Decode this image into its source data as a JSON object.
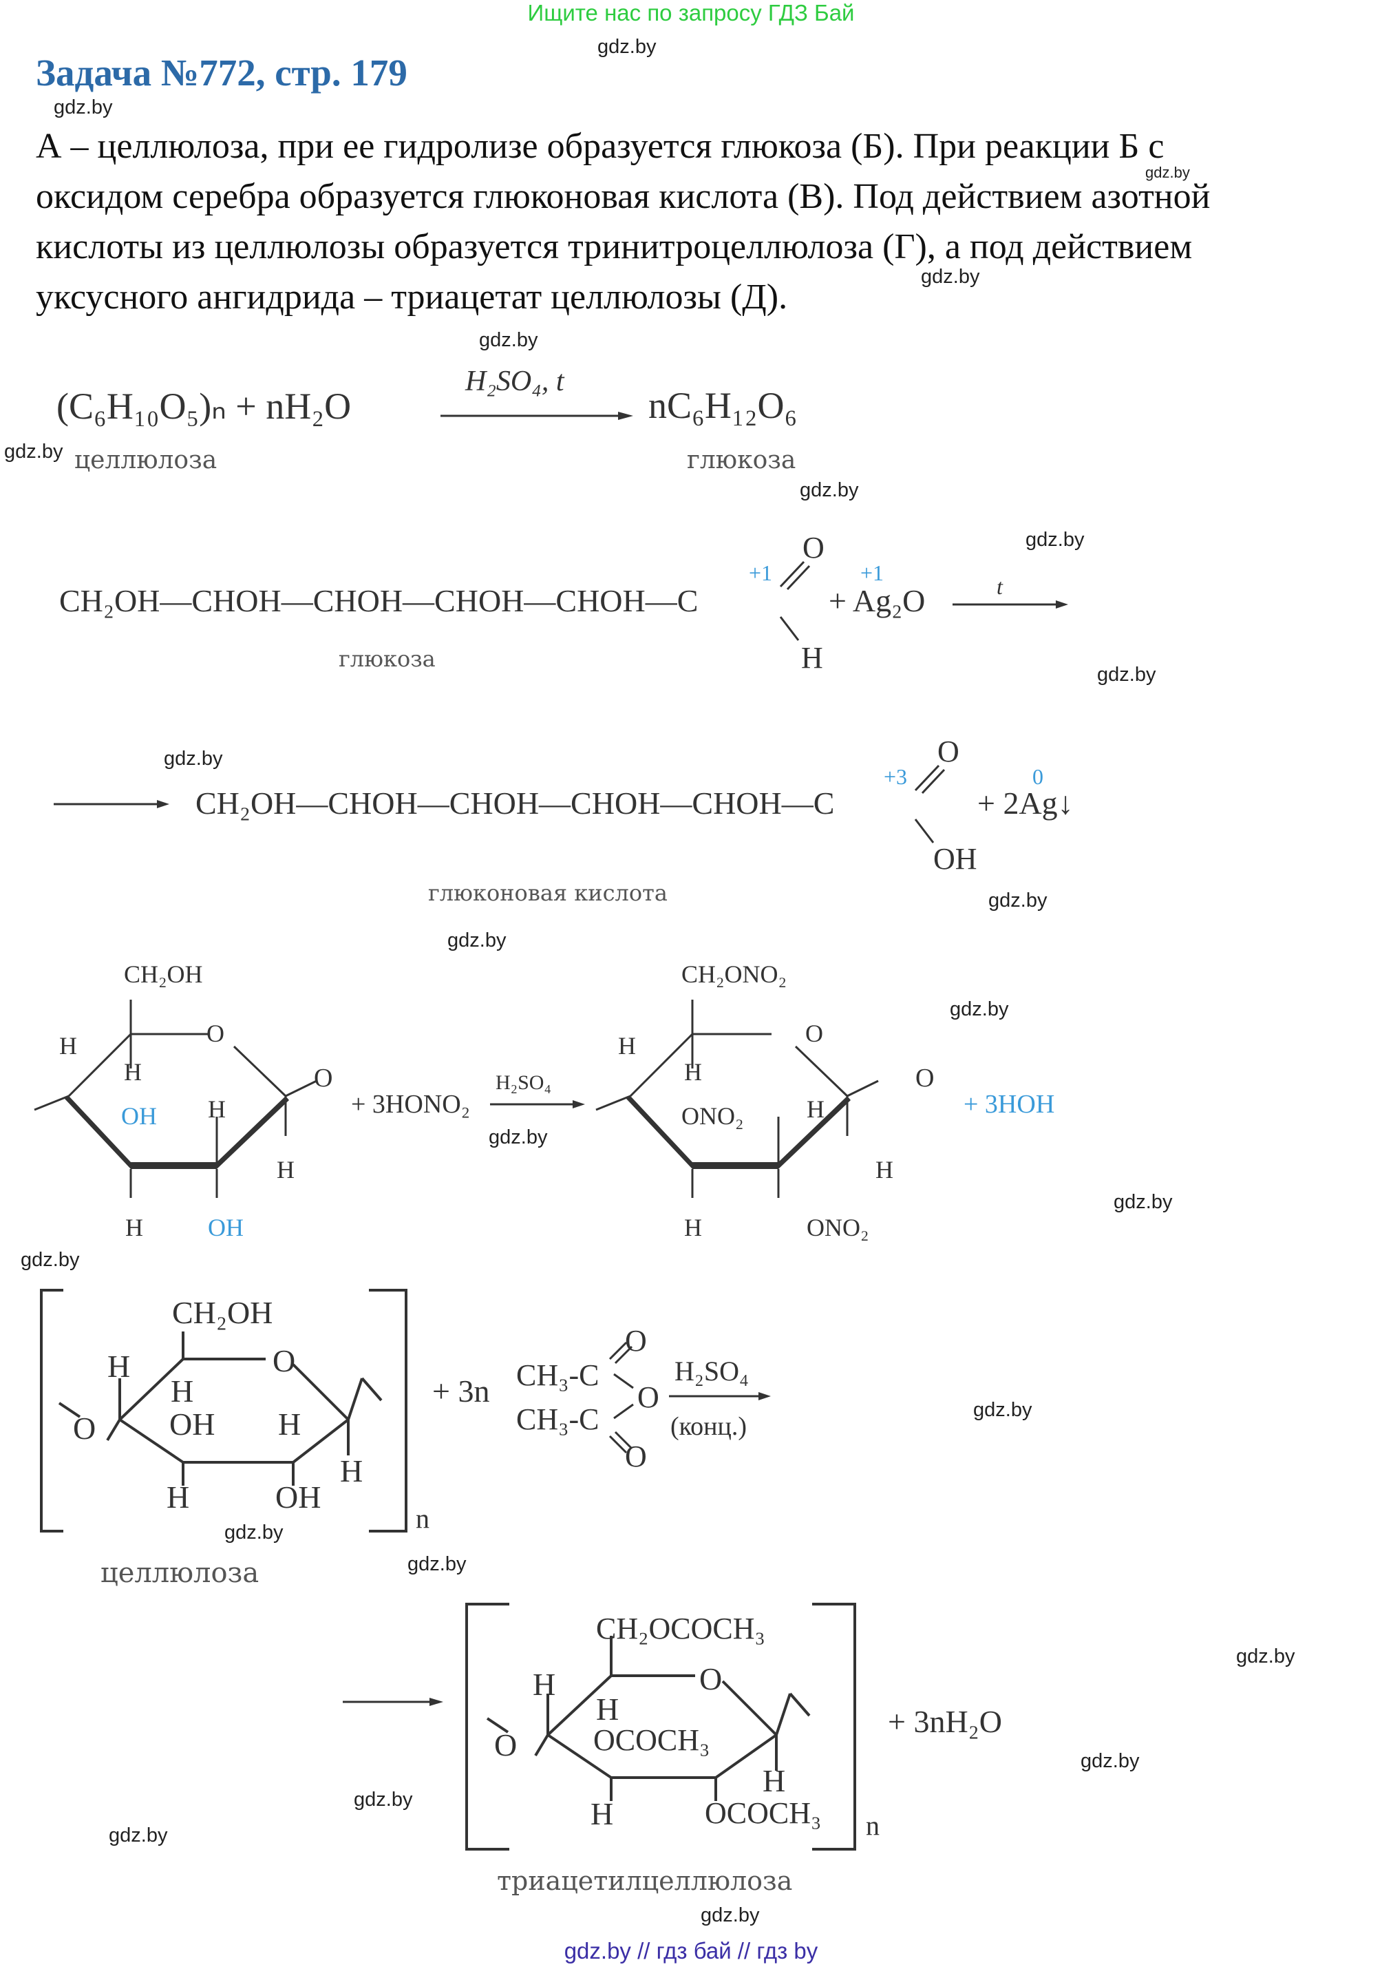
{
  "banner": "Ищите нас по запросу ГДЗ Бай",
  "title": "Задача №772, стр. 179",
  "paragraph": {
    "line1": "А – целлюлоза, при ее гидролизе образуется глюкоза (Б). При реакции Б с",
    "line2": "оксидом серебра образуется глюконовая кислота (В). Под действием азотной",
    "line3": "кислоты из целлюлозы образуется тринитроцеллюлоза (Г), а под действием",
    "line4": "уксусного ангидрида – триацетат целлюлозы (Д)."
  },
  "watermark": "gdz.by",
  "reaction1": {
    "reactant": "(C₆H₁₀O₅)ₙ + nH₂O",
    "condition": "H₂SO₄, t",
    "product": "nC₆H₁₂O₆",
    "reactant_label": "целлюлоза",
    "product_label": "глюкоза"
  },
  "reaction2": {
    "chain": "CH₂OH—CHOH—CHOH—CHOH—CHOH—C",
    "ox_c": "+1",
    "o_top": "O",
    "h_bottom": "H",
    "reagent": "+ Ag₂O",
    "ox_ag": "+1",
    "condition": "t",
    "label": "глюкоза"
  },
  "reaction3": {
    "chain": "CH₂OH—CHOH—CHOH—CHOH—CHOH—C",
    "ox_c": "+3",
    "o_top": "O",
    "oh_bottom": "OH",
    "product": "+ 2Ag↓",
    "ox_ag": "0",
    "label": "глюконовая кислота"
  },
  "reaction4": {
    "left_ring": {
      "top_group": "CH₂OH",
      "o": "O",
      "h1": "H",
      "h2": "H",
      "oh1": "OH",
      "h3": "H",
      "h4": "H",
      "oh2": "OH",
      "h5": "H"
    },
    "reagent": "+ 3HONO₂",
    "condition": "H₂SO₄",
    "right_ring": {
      "top_group": "CH₂ONO₂",
      "o": "O",
      "h1": "H",
      "h2": "H",
      "ono2_1": "ONO₂",
      "h3": "H",
      "h4": "H",
      "ono2_2": "ONO₂",
      "h5": "H"
    },
    "product": "+ 3HOH"
  },
  "reaction5": {
    "ring": {
      "top_group": "CH₂OH",
      "o": "O",
      "h1": "H",
      "h2": "H",
      "oh1": "OH",
      "h3": "H",
      "h4": "H",
      "oh2": "OH",
      "h5": "H",
      "n": "n"
    },
    "label": "целлюлоза",
    "coef": "+ 3n",
    "anhydride_row1": "CH₃-C",
    "anhydride_row2": "CH₃-C",
    "anhydride_o": "O",
    "condition_top": "H₂SO₄",
    "condition_bottom": "(конц.)"
  },
  "reaction6": {
    "ring": {
      "top_group": "CH₂OCOCH₃",
      "o": "O",
      "h1": "H",
      "h2": "H",
      "ococh3_1": "OCOCH₃",
      "h3": "H",
      "h4": "H",
      "ococh3_2": "OCOCH₃",
      "n": "n"
    },
    "label": "триацетилцеллюлоза",
    "product": "+ 3nH₂O"
  },
  "footer": "gdz.by  //  гдз бай  //  гдз by",
  "colors": {
    "banner": "#2ecc40",
    "title": "#2c6aa8",
    "oxidation": "#3a9ad9",
    "footer": "#3b2fa6"
  }
}
